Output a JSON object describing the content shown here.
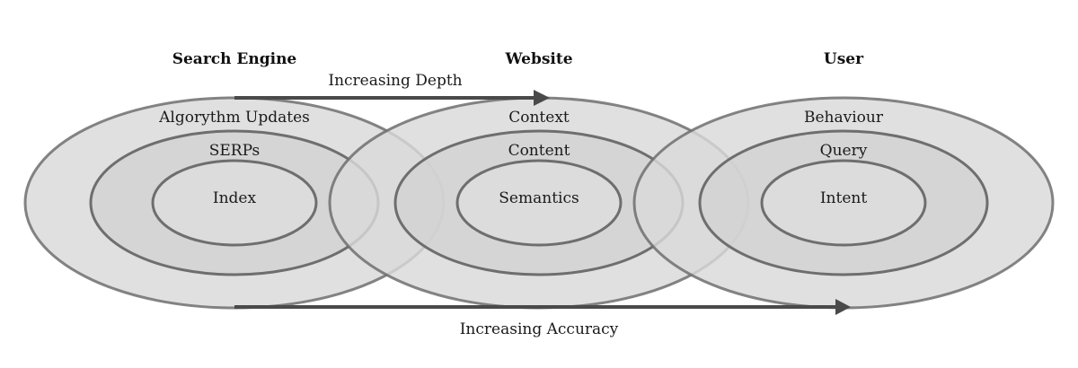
{
  "diagram": {
    "groups": [
      {
        "id": "search-engine",
        "header": "Search Engine",
        "rings": {
          "outer": "Algorythm Updates",
          "middle": "SERPs",
          "inner": "Index"
        }
      },
      {
        "id": "website",
        "header": "Website",
        "rings": {
          "outer": "Context",
          "middle": "Content",
          "inner": "Semantics"
        }
      },
      {
        "id": "user",
        "header": "User",
        "rings": {
          "outer": "Behaviour",
          "middle": "Query",
          "inner": "Intent"
        }
      }
    ],
    "arrows": {
      "top": {
        "label": "Increasing Depth",
        "from": "search-engine",
        "to": "website"
      },
      "bottom": {
        "label": "Increasing Accuracy",
        "from": "search-engine",
        "to": "user"
      }
    },
    "colors": {
      "outer_fill": "#d9d9d9",
      "middle_fill": "#d2d2d2",
      "inner_fill": "#dcdcdc",
      "stroke": "#6e6e6e",
      "arrow": "#4a4a4a",
      "text": "#1a1a1a"
    }
  }
}
